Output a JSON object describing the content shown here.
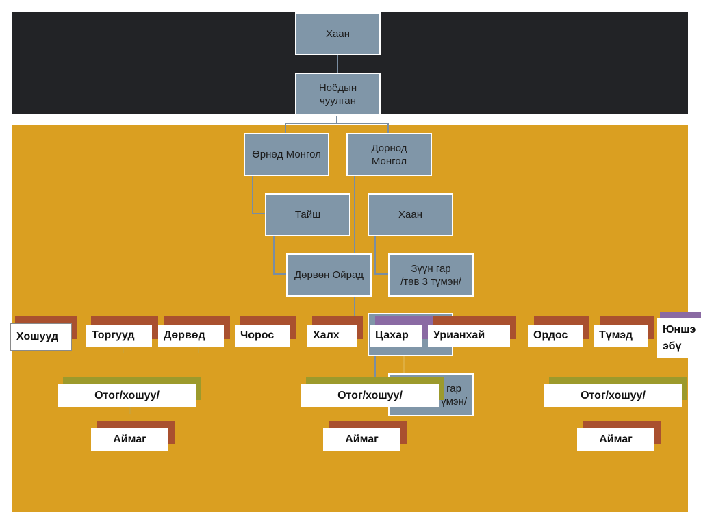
{
  "colors": {
    "dark_band": "#222326",
    "gold_band": "#DA9F21",
    "node_fill": "#8096A8",
    "connector": "#7A8DA1",
    "shadow_brown": "#A9502F",
    "shadow_olive": "#9C9A2C",
    "shadow_purple": "#8A6AA3"
  },
  "nodes": {
    "khaan_top": "Хаан",
    "noyod_chuulgan": "Ноёдын\nчуулган",
    "ornod_mongol": "Өрнөд Монгол",
    "dornod_mongol": "Дорнод\nМонгол",
    "taish": "Тайш",
    "khaan_east": "Хаан",
    "dorvon_oirad": "Дөрвөн Ойрад",
    "zuun_gar": "Зүүн гар\n/төв 3 түмэн/",
    "baruun_gar_partial": "гар\nүмэн/"
  },
  "tribes": {
    "khoshuud": "Хошууд",
    "torguud": "Торгууд",
    "dorvod": "Дөрвөд",
    "choros": "Чорос",
    "khalkh": "Халх",
    "tsakhar": "Цахар",
    "uriankhai": "Урианхай",
    "ordos": "Ордос",
    "tumed": "Түмэд",
    "yunsheebu": "Юншэ\nэбү"
  },
  "units": {
    "otog_1": "Отог/хошуу/",
    "otog_2": "Отог/хошуу/",
    "otog_3": "Отог/хошуу/",
    "aimag_1": "Аймаг",
    "aimag_2": "Аймаг",
    "aimag_3": "Аймаг"
  }
}
